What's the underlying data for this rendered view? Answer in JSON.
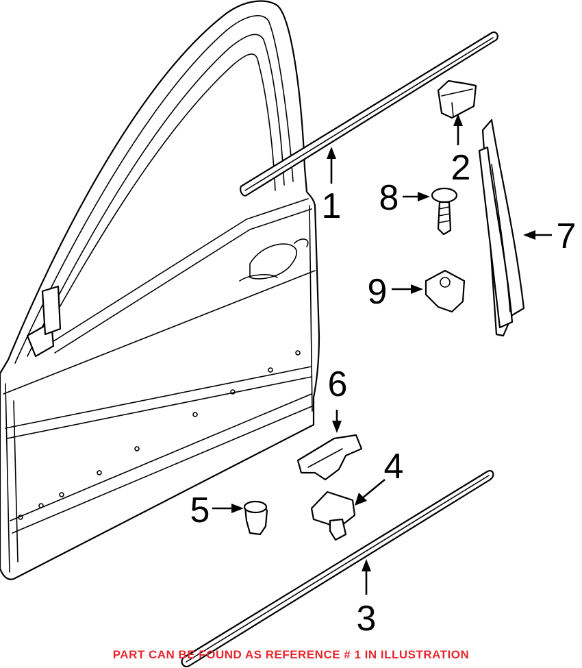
{
  "diagram": {
    "callouts": [
      {
        "number": "1"
      },
      {
        "number": "2"
      },
      {
        "number": "3"
      },
      {
        "number": "4"
      },
      {
        "number": "5"
      },
      {
        "number": "6"
      },
      {
        "number": "7"
      },
      {
        "number": "8"
      },
      {
        "number": "9"
      }
    ]
  },
  "footer": {
    "note": "PART CAN BE FOUND AS REFERENCE # 1 IN ILLUSTRATION",
    "note_color": "#e8262e"
  },
  "colors": {
    "line": "#000000",
    "background": "#ffffff"
  }
}
